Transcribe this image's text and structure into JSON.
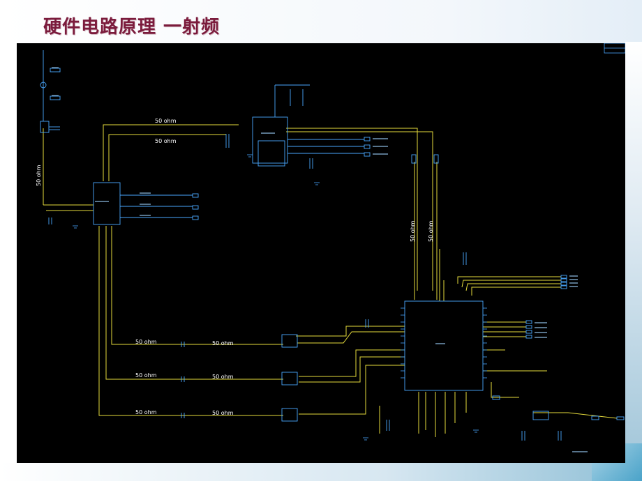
{
  "slide": {
    "title": "硬件电路原理 一射频"
  },
  "schematic": {
    "trace_labels": [
      "50 ohm",
      "50 ohm",
      "50 ohm",
      "50 ohm",
      "50 ohm",
      "50 ohm",
      "50 ohm",
      "50 ohm",
      "50 ohm",
      "50 ohm"
    ],
    "colors": {
      "background": "#000000",
      "component": "#4aa8ff",
      "trace": "#e6dc3c",
      "pin_label": "#9fd3ff",
      "trace_label": "#ffffff"
    }
  }
}
